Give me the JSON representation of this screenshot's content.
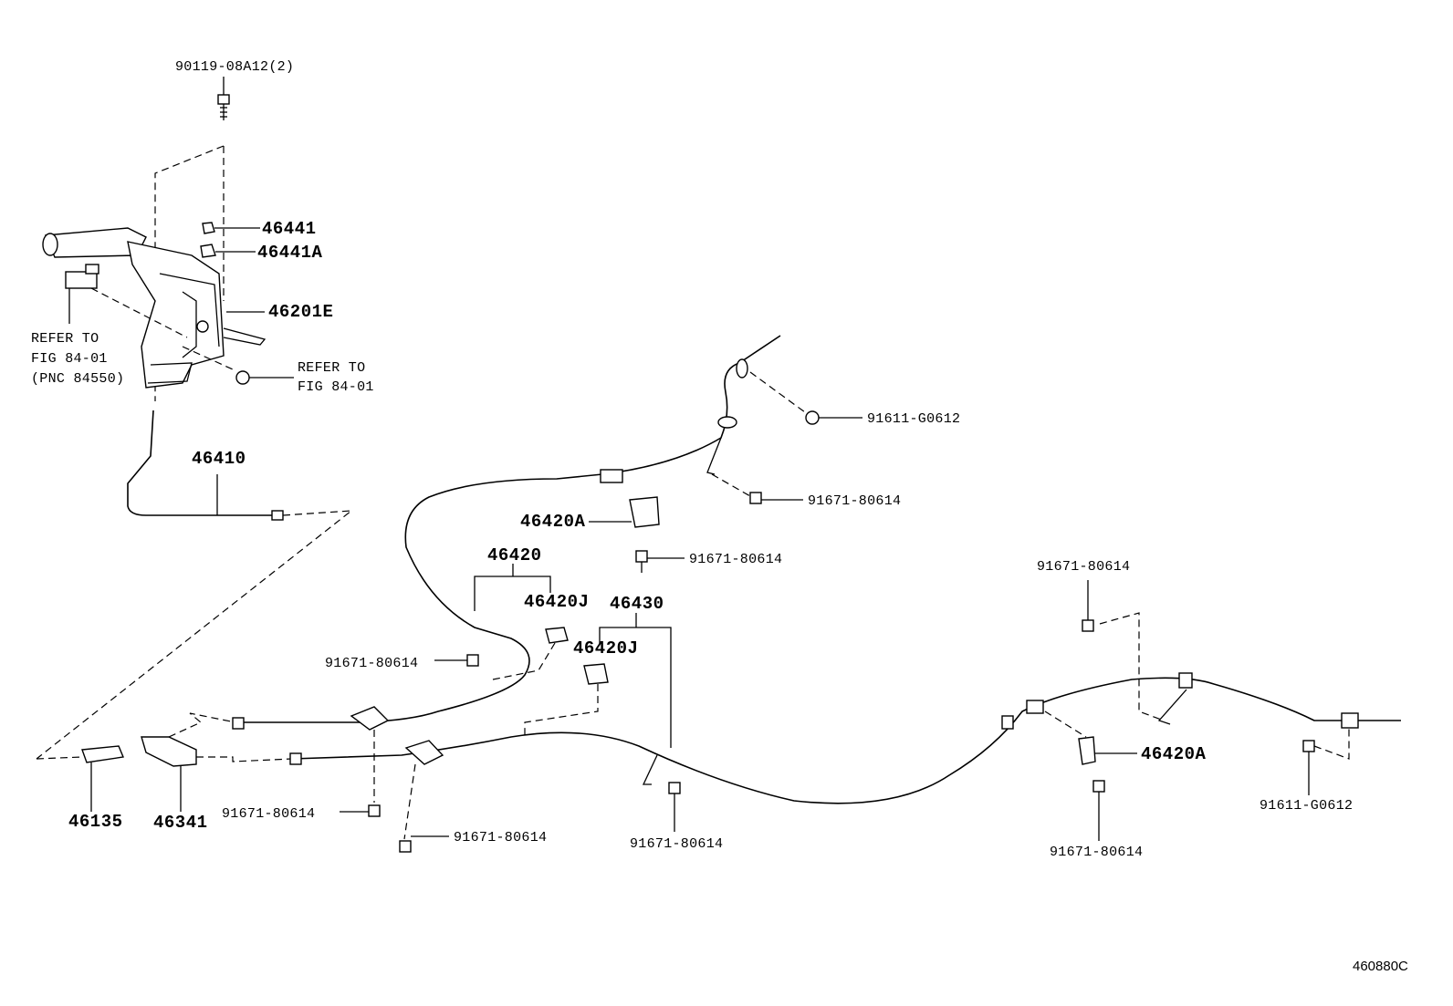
{
  "diagram": {
    "catalog_code": "460880C",
    "labels": {
      "bolt_top": "90119-08A12(2)",
      "p46441": "46441",
      "p46441A": "46441A",
      "p46201E": "46201E",
      "refer_left_1": "REFER TO",
      "refer_left_2": "FIG 84-01",
      "refer_left_3": "(PNC 84550)",
      "refer_right_1": "REFER TO",
      "refer_right_2": "FIG 84-01",
      "p46410": "46410",
      "g0612_top": "91611-G0612",
      "b80614_right_top": "91671-80614",
      "p46420A_upper": "46420A",
      "b80614_under_46420A": "91671-80614",
      "p46420": "46420",
      "p46420J_a": "46420J",
      "p46430": "46430",
      "p46420J_b": "46420J",
      "b80614_left_mid": "91671-80614",
      "b80614_far_right": "91671-80614",
      "p46420A_lower": "46420A",
      "p46135": "46135",
      "p46341": "46341",
      "b80614_bottom_1": "91671-80614",
      "b80614_bottom_2": "91671-80614",
      "b80614_bottom_3": "91671-80614",
      "b80614_bottom_4": "91671-80614",
      "g0612_bottom": "91611-G0612"
    }
  }
}
